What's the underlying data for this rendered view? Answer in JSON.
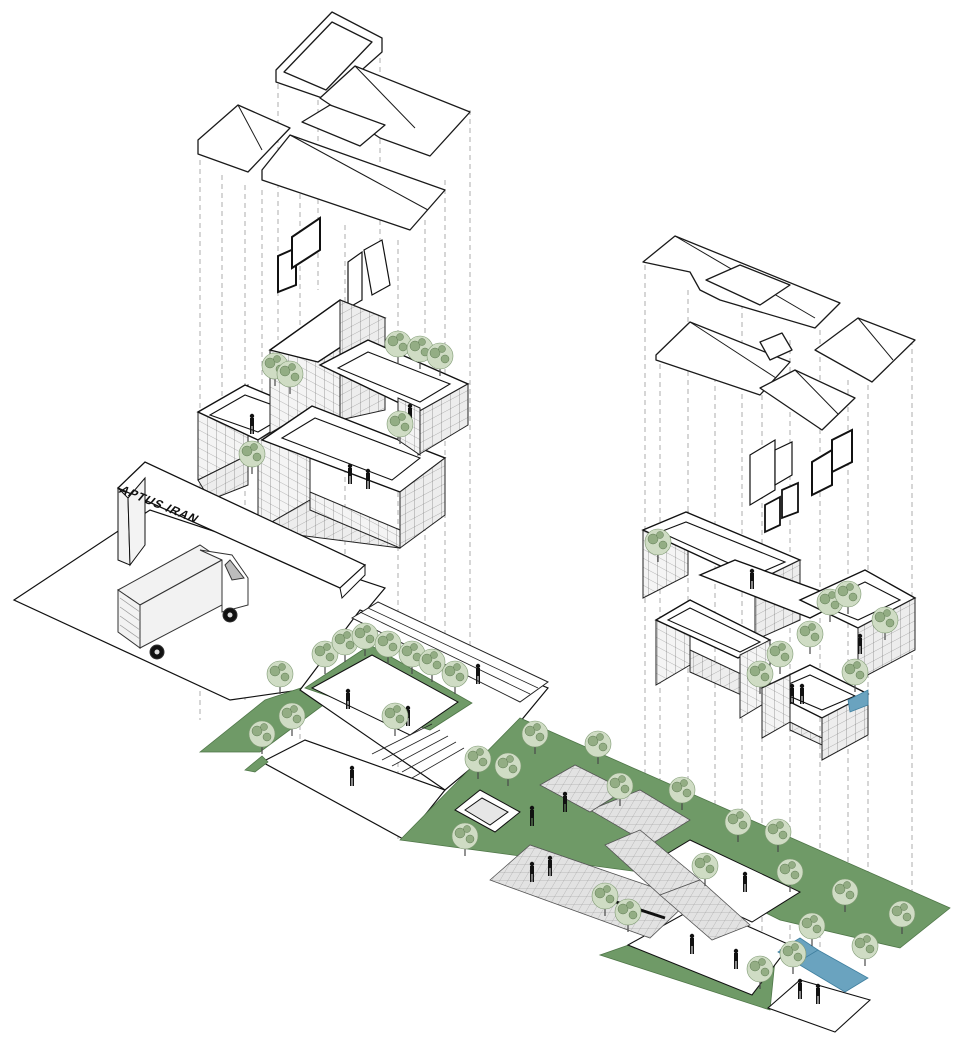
{
  "diagram": {
    "signage": {
      "label": "APTUS IRAN"
    },
    "colors": {
      "landscape_green": "#6f9a67",
      "water_blue": "#6aa3bf",
      "line_black": "#1a1a1a",
      "tree_canopy": "#cfdcc4"
    },
    "components": [
      "left-building-roofs",
      "left-building-windows",
      "left-building-walls",
      "entrance-canopy",
      "delivery-truck",
      "ground-plane-left",
      "courtyard-landscape",
      "right-building-roofs",
      "right-building-windows",
      "right-building-walls",
      "paved-plaza",
      "water-channel"
    ]
  }
}
